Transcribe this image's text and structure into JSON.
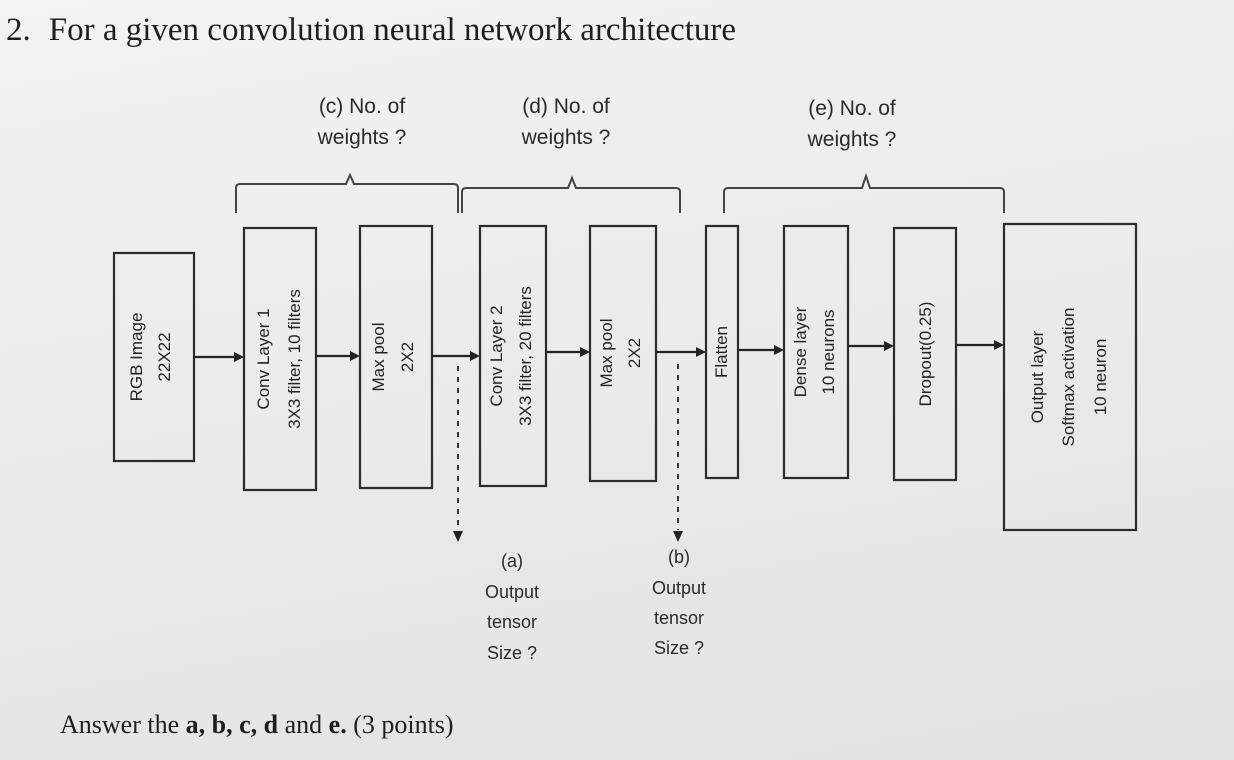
{
  "question": {
    "number": "2.",
    "text": "For a given convolution neural network architecture"
  },
  "diagram": {
    "nodes": [
      {
        "id": "rgb",
        "lines": [
          "RGB Image",
          "22X22"
        ]
      },
      {
        "id": "conv1",
        "lines": [
          "Conv Layer 1",
          "3X3 filter, 10 filters"
        ]
      },
      {
        "id": "maxpool1",
        "lines": [
          "Max pool",
          "2X2"
        ]
      },
      {
        "id": "conv2",
        "lines": [
          "Conv Layer 2",
          "3X3 filter, 20 filters"
        ]
      },
      {
        "id": "maxpool2",
        "lines": [
          "Max pool",
          "2X2"
        ]
      },
      {
        "id": "flatten",
        "lines": [
          "Flatten"
        ]
      },
      {
        "id": "dense",
        "lines": [
          "Dense layer",
          "10 neurons"
        ]
      },
      {
        "id": "dropout",
        "lines": [
          "Dropout(0.25)"
        ]
      },
      {
        "id": "output",
        "lines": [
          "Output layer",
          "Softmax activation",
          "10 neuron"
        ]
      }
    ],
    "weight_labels": [
      {
        "id": "c",
        "lines": [
          "(c) No. of",
          "weights ?"
        ]
      },
      {
        "id": "d",
        "lines": [
          "(d) No. of",
          "weights ?"
        ]
      },
      {
        "id": "e",
        "lines": [
          "(e) No. of",
          "weights ?"
        ]
      }
    ],
    "output_labels": [
      {
        "id": "a",
        "lines": [
          "(a)",
          "Output",
          "tensor",
          "Size ?"
        ]
      },
      {
        "id": "b",
        "lines": [
          "(b)",
          "Output",
          "tensor",
          "Size ?"
        ]
      }
    ]
  },
  "answer": {
    "prefix": "Answer the",
    "letters": "a, b, c, d",
    "and_word": "and",
    "last": "e.",
    "points": "(3 points)"
  }
}
